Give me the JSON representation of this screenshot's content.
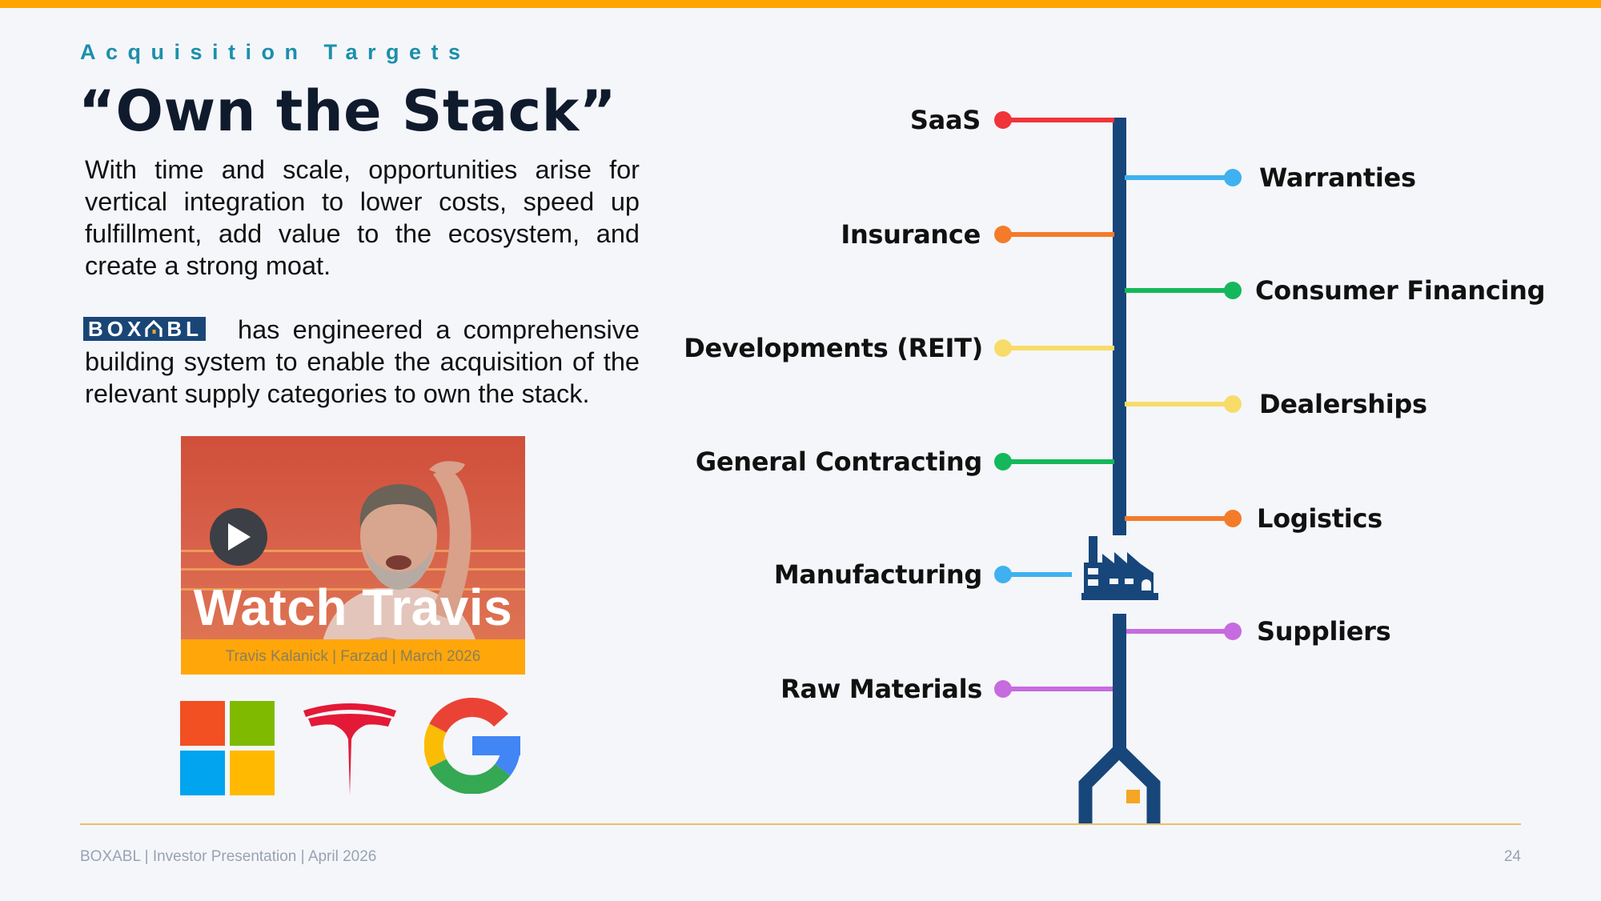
{
  "slide": {
    "eyebrow": "Acquisition Targets",
    "title": "“Own the Stack”",
    "paragraph1": "With time and scale, opportunities arise for vertical integration to lower costs, speed up fulfillment, add value to the ecosystem, and create a strong moat.",
    "brand_logo_text_left": "BOX",
    "brand_logo_text_right": "BL",
    "paragraph2": "has engineered a comprehensive building system to enable the acquisition of the relevant  supply categories to own the stack."
  },
  "video": {
    "headline": "Watch Travis",
    "caption": "Travis Kalanick  |  Farzad  |  March 2026",
    "play_icon": "play-icon"
  },
  "partner_logos": [
    {
      "name": "microsoft-logo",
      "colors": [
        "#F25022",
        "#7FBA00",
        "#00A4EF",
        "#FFB900"
      ]
    },
    {
      "name": "tesla-logo",
      "colors": [
        "#E31937"
      ]
    },
    {
      "name": "google-logo",
      "colors": [
        "#EA4335",
        "#FBBC05",
        "#34A853",
        "#4285F4"
      ]
    }
  ],
  "diagram": {
    "trunk_color": "#17467A",
    "left_nodes": [
      {
        "label": "SaaS",
        "color": "#F0343A"
      },
      {
        "label": "Insurance",
        "color": "#F47B2A"
      },
      {
        "label": "Developments (REIT)",
        "color": "#F8DC6A"
      },
      {
        "label": "General Contracting",
        "color": "#14B85A"
      },
      {
        "label": "Manufacturing",
        "color": "#3FB1F0"
      },
      {
        "label": "Raw Materials",
        "color": "#C66BE0"
      }
    ],
    "right_nodes": [
      {
        "label": "Warranties",
        "color": "#3FB1F0"
      },
      {
        "label": "Consumer Financing",
        "color": "#14B85A"
      },
      {
        "label": "Dealerships",
        "color": "#F8DC6A"
      },
      {
        "label": "Logistics",
        "color": "#F47B2A"
      },
      {
        "label": "Suppliers",
        "color": "#C66BE0"
      }
    ],
    "factory_icon": "factory-icon",
    "house_icon": "house-icon",
    "house_window_color": "#F5A623"
  },
  "footer": {
    "text": "BOXABL  |  Investor Presentation  |  April 2026",
    "page_number": "24"
  },
  "colors": {
    "accent_bar": "#FFA500",
    "eyebrow": "#1B8FAB",
    "title": "#0F1B2D",
    "divider": "#E8C06A"
  }
}
